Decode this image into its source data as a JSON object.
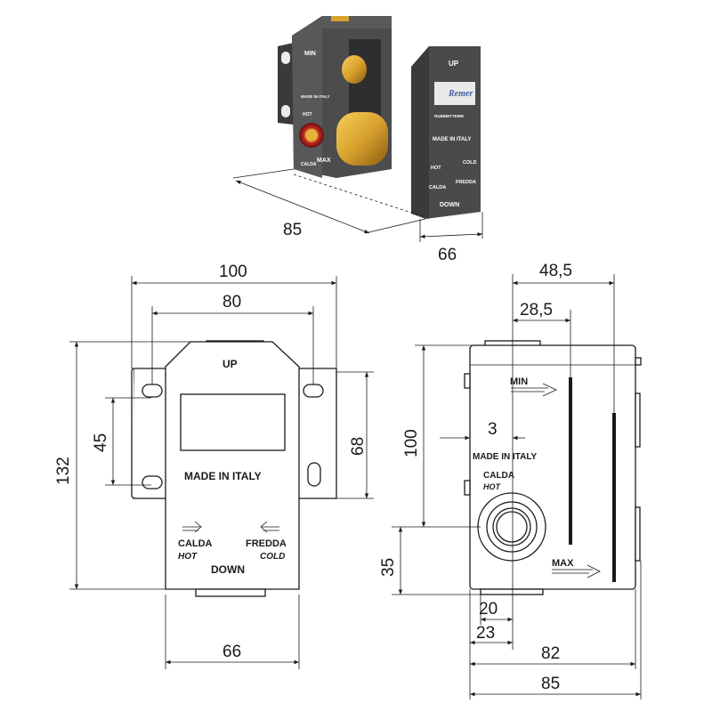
{
  "product": {
    "markings": {
      "up": "UP",
      "down": "DOWN",
      "made_in_italy": "MADE IN ITALY",
      "calda": "CALDA",
      "hot": "HOT",
      "fredda": "FREDDA",
      "cold": "COLD",
      "min": "MIN",
      "max": "MAX",
      "brand": "Remer",
      "brand_sub": "RUBINETTERIE"
    },
    "colors": {
      "body": "#4a4a4c",
      "brass": "#d9a22e",
      "red_ring": "#b02020",
      "line": "#1a1a1a"
    }
  },
  "dimensions": {
    "iso_depth": "85",
    "iso_cover_depth": "66",
    "front_width": "100",
    "front_holes": "80",
    "front_height": "132",
    "front_slot": "45",
    "front_right": "68",
    "front_bottom": "66",
    "side_top_outer": "48,5",
    "side_top_inner": "28,5",
    "side_offset": "3",
    "side_height": "100",
    "side_inlet": "35",
    "side_b1": "20",
    "side_b2": "23",
    "side_total_inner": "82",
    "side_total": "85"
  }
}
